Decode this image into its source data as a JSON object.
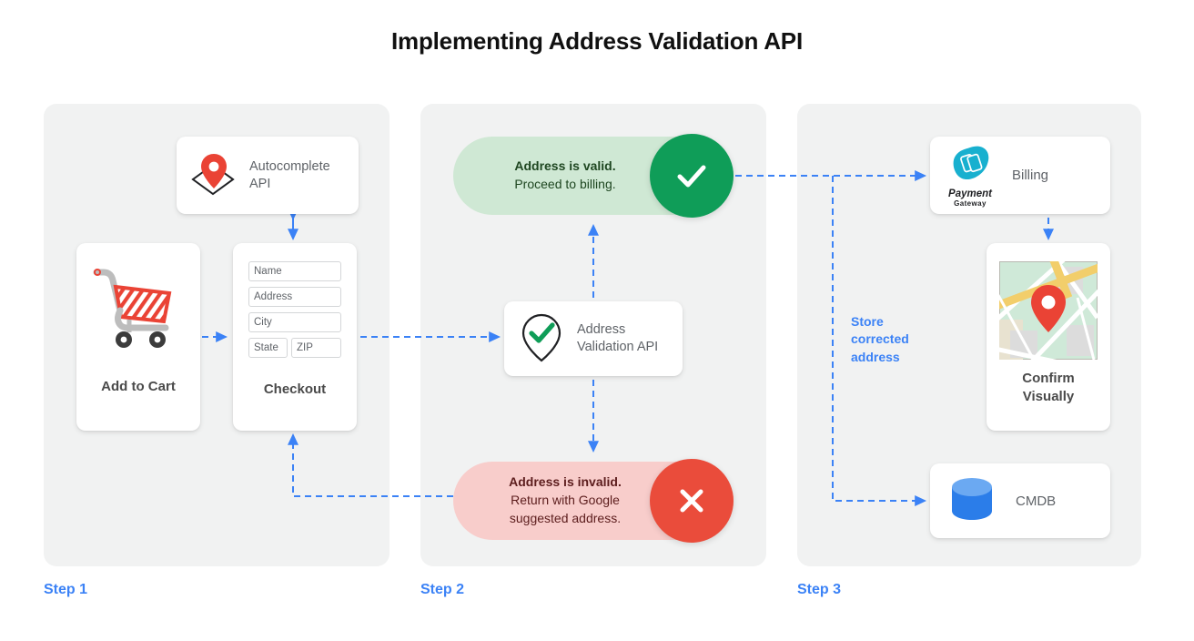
{
  "page": {
    "title": "Implementing Address Validation API",
    "background": "#ffffff",
    "accent_blue": "#3b82f6"
  },
  "steps": [
    {
      "label": "Step 1"
    },
    {
      "label": "Step 2"
    },
    {
      "label": "Step 3"
    }
  ],
  "step1": {
    "autocomplete": {
      "label": "Autocomplete\nAPI",
      "line1": "Autocomplete",
      "line2": "API",
      "icon": "map-pin-diamond-icon"
    },
    "cart": {
      "caption": "Add to Cart",
      "icon": "shopping-cart-icon"
    },
    "checkout": {
      "caption": "Checkout",
      "fields": [
        {
          "placeholder": "Name"
        },
        {
          "placeholder": "Address"
        },
        {
          "placeholder": "City"
        },
        {
          "placeholder": "State"
        },
        {
          "placeholder": "ZIP"
        }
      ]
    }
  },
  "step2": {
    "valid": {
      "headline": "Address is valid.",
      "detail": "Proceed to billing.",
      "badge_icon": "check-icon",
      "badge_color": "#0f9d58",
      "pill_color": "#cfe8d4"
    },
    "validation_api": {
      "line1": "Address",
      "line2": "Validation API",
      "icon": "map-pin-check-icon"
    },
    "invalid": {
      "headline": "Address is invalid.",
      "detail_line1": "Return with Google",
      "detail_line2": "suggested address.",
      "badge_icon": "close-icon",
      "badge_color": "#ea4c3b",
      "pill_color": "#f8cdcb"
    }
  },
  "step3": {
    "billing": {
      "label": "Billing",
      "logo_primary": "Payment",
      "logo_secondary": "Gateway",
      "icon": "payment-gateway-logo-icon"
    },
    "confirm": {
      "line1": "Confirm",
      "line2": "Visually",
      "icon": "map-thumbnail-icon"
    },
    "cmdb": {
      "label": "CMDB",
      "icon": "database-cylinder-icon"
    },
    "store_note": {
      "line1": "Store",
      "line2": "corrected",
      "line3": "address"
    }
  }
}
